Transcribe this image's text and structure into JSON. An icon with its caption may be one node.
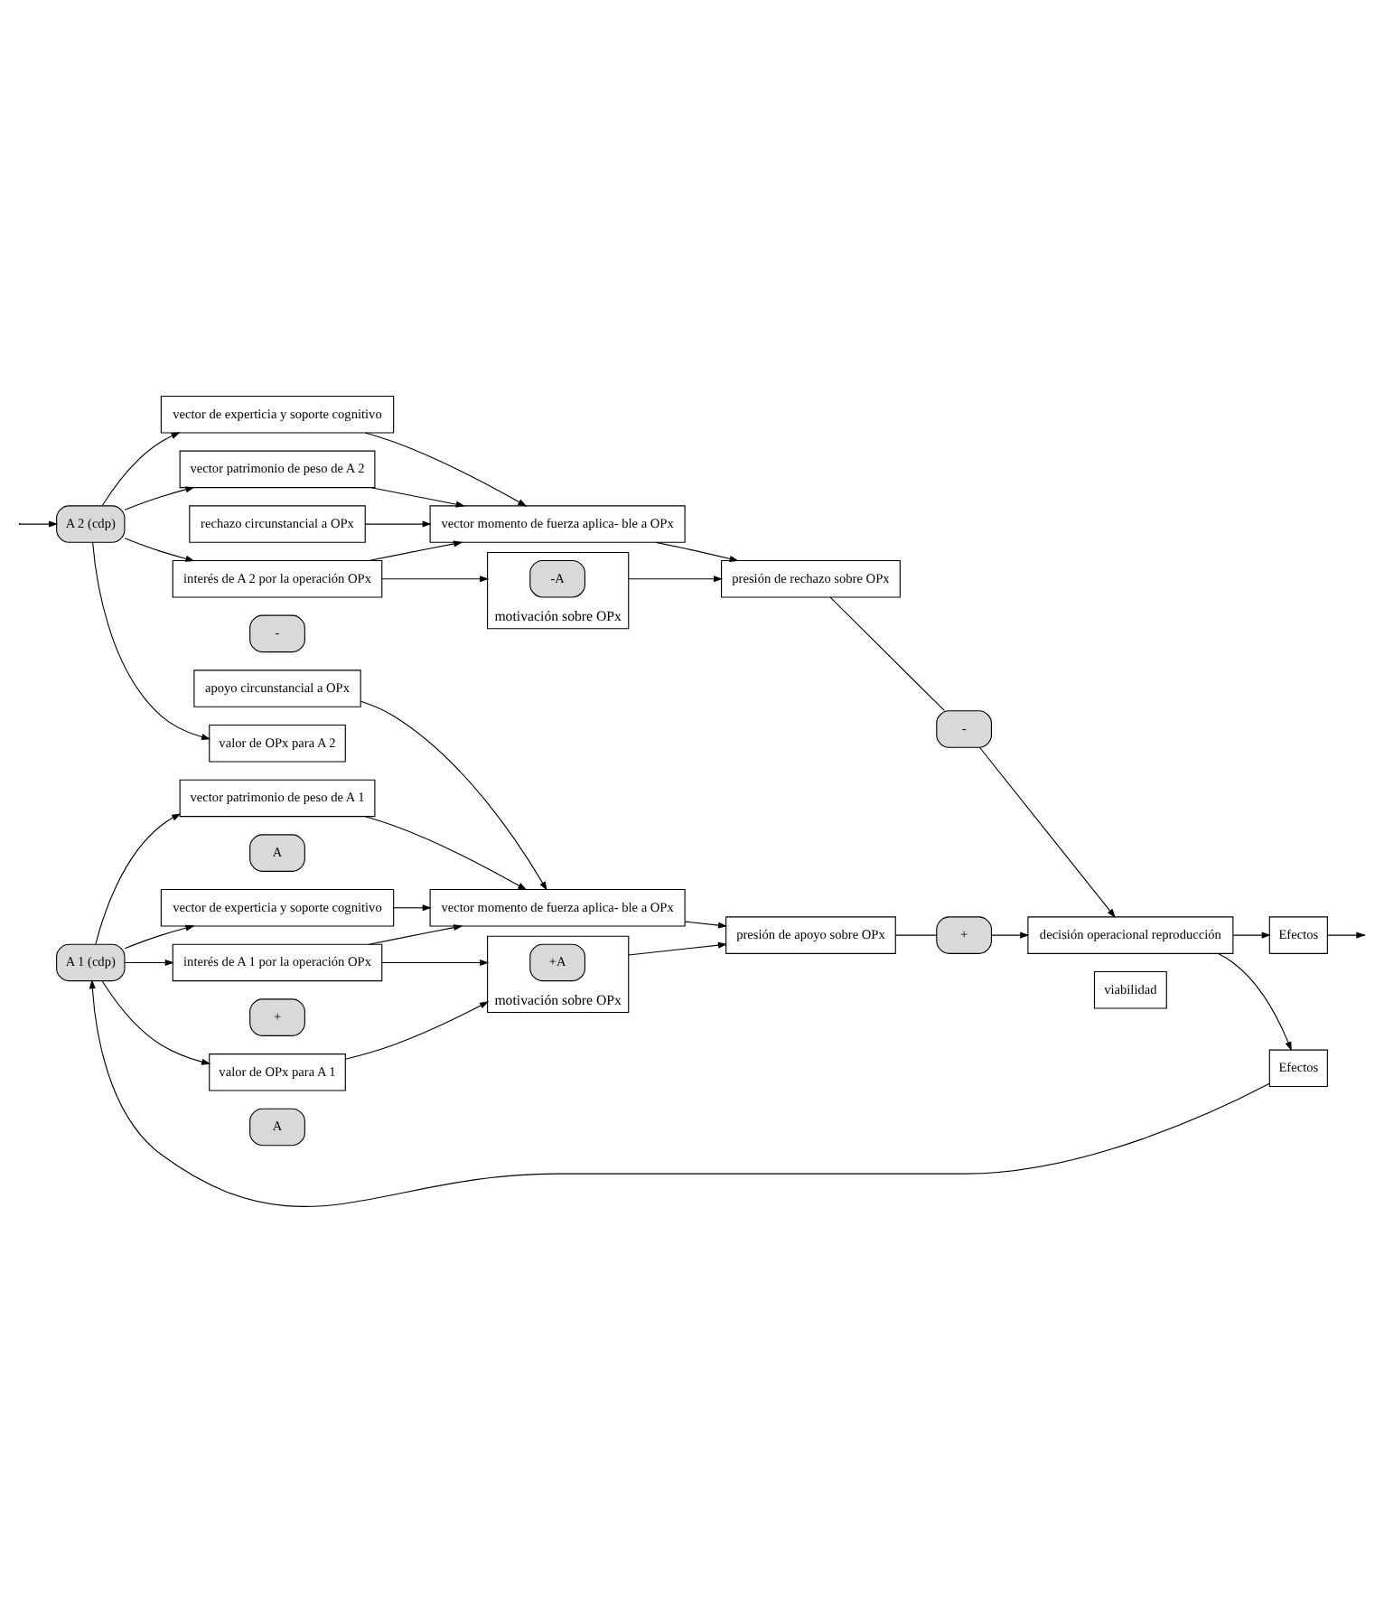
{
  "diagram": {
    "nodes": [
      {
        "text": [
          "A 1 (cdp)"
        ]
      },
      {
        "text": [
          "vector de experticia y soporte cognitivo"
        ]
      },
      {
        "text": [
          "apoyo circunstancial a OPx"
        ]
      },
      {
        "text": [
          "vector patrimonio de peso de A 1"
        ]
      },
      {
        "text": [
          "vector momento de fuerza aplica- ble a OPx"
        ]
      },
      {
        "text": [
          "presión de apoyo sobre OPx"
        ]
      },
      {
        "text": [
          "interés de A 1 por la operación OPx"
        ]
      },
      {
        "text": [
          "motivación sobre OPx"
        ]
      },
      {
        "text": [
          "+A"
        ],
        "in": 7
      },
      {
        "text": [
          "+"
        ]
      },
      {
        "text": [
          "valor de OPx para A 1"
        ]
      },
      {
        "text": [
          "A"
        ]
      },
      {
        "text": [
          "+"
        ]
      },
      {
        "text": [
          "Efectos"
        ]
      },
      {
        "text": [
          "viabilidad"
        ]
      },
      {
        "text": [
          "decisión operacional reproducción"
        ]
      },
      {
        "text": [
          "A"
        ]
      },
      {
        "text": [
          "valor de OPx para A 2"
        ]
      },
      {
        "text": [
          "Efectos"
        ]
      },
      {
        "text": [
          "-"
        ]
      },
      {
        "text": [
          "motivación sobre OPx"
        ]
      },
      {
        "text": [
          "-A"
        ],
        "in": 20
      },
      {
        "text": [
          "-"
        ]
      },
      {
        "text": [
          "A 2 (cdp)"
        ]
      },
      {
        "text": [
          "interés de A 2 por la operación OPx"
        ]
      },
      {
        "text": [
          "presión de rechazo sobre OPx"
        ]
      },
      {
        "text": [
          "vector momento de fuerza aplica- ble a OPx"
        ]
      },
      {
        "text": [
          "vector patrimonio de peso de A 2"
        ]
      },
      {
        "text": [
          "vector de experticia y soporte cognitivo"
        ]
      },
      {
        "text": [
          "rechazo circunstancial a OPx"
        ]
      }
    ],
    "edges": [
      {
        "from": 13,
        "to": 0,
        "arrow": "to"
      },
      {
        "from": 0,
        "to": 1,
        "arrow": "to"
      },
      {
        "from": 0,
        "to": 3,
        "arrow": "to"
      },
      {
        "from": 0,
        "to": 6,
        "arrow": "to"
      },
      {
        "from": 0,
        "to": 10,
        "arrow": "to"
      },
      {
        "from": 1,
        "to": 4,
        "arrow": "to"
      },
      {
        "from": 2,
        "to": 4,
        "arrow": "to"
      },
      {
        "from": 3,
        "to": 4,
        "arrow": "to"
      },
      {
        "from": 6,
        "to": 4,
        "arrow": "to"
      },
      {
        "from": 6,
        "to": 7,
        "arrow": "to"
      },
      {
        "from": 10,
        "to": 7,
        "arrow": "to"
      },
      {
        "from": 4,
        "to": 5,
        "arrow": "to"
      },
      {
        "from": 7,
        "to": 5,
        "arrow": "to"
      },
      {
        "from": 5,
        "to": 12,
        "arrow": "none"
      },
      {
        "from": 12,
        "to": 15,
        "arrow": "to"
      },
      {
        "from": 15,
        "to": 13,
        "arrow": "to"
      },
      {
        "from": 15,
        "to": 18,
        "arrow": "to"
      },
      {
        "from": 18,
        "to": null,
        "arrow": "to"
      },
      {
        "from": null,
        "to": 23,
        "arrow": "to"
      },
      {
        "from": 23,
        "to": 17,
        "arrow": "to"
      },
      {
        "from": 23,
        "to": 24,
        "arrow": "to"
      },
      {
        "from": 23,
        "to": 27,
        "arrow": "to"
      },
      {
        "from": 23,
        "to": 28,
        "arrow": "to"
      },
      {
        "from": 24,
        "to": 20,
        "arrow": "to"
      },
      {
        "from": 24,
        "to": 26,
        "arrow": "to"
      },
      {
        "from": 27,
        "to": 26,
        "arrow": "to"
      },
      {
        "from": 28,
        "to": 26,
        "arrow": "to"
      },
      {
        "from": 29,
        "to": 26,
        "arrow": "to"
      },
      {
        "from": 20,
        "to": 25,
        "arrow": "to"
      },
      {
        "from": 26,
        "to": 25,
        "arrow": "to"
      },
      {
        "from": 25,
        "to": 22,
        "arrow": "none"
      },
      {
        "from": 22,
        "to": 15,
        "arrow": "to"
      }
    ]
  }
}
